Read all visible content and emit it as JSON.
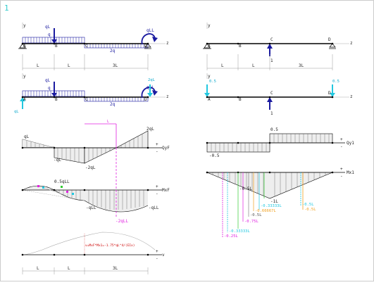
{
  "page_number": "1",
  "colors": {
    "beam": "#000000",
    "load": "#1a1aa0",
    "hatch": "#555555",
    "dim": "#999999",
    "accent_magenta": "#e020e0",
    "accent_cyan": "#22c8e0",
    "accent_green": "#33cc33",
    "accent_orange": "#f0a020",
    "formula_red": "#cc0000"
  },
  "icons": [
    "pin-support-icon",
    "roller-support-icon",
    "point-load-arrow-icon",
    "moment-arrow-icon",
    "reaction-arrow-icon"
  ],
  "left": {
    "beam1": {
      "node_a": "A",
      "node_b": "B",
      "node_c": "C",
      "node_d": "D",
      "axis_y": "y",
      "axis_z": "z",
      "load_ql": "qL",
      "load_q": "q",
      "load_2q": "2q",
      "moment_qll": "qLL"
    },
    "dims": [
      "L",
      "L",
      "3L"
    ],
    "beam2": {
      "node_a": "A",
      "node_b": "B",
      "node_c": "C",
      "node_d": "D",
      "axis_y": "y",
      "axis_z": "z",
      "load_ql": "qL",
      "load_q": "q",
      "load_2q": "2q",
      "moment_qll": "qLL",
      "reaction_2ql": "2qL",
      "reaction_ql": "qL"
    },
    "shear": {
      "axis": "QyF",
      "plus": "+",
      "minus": "-",
      "v_ql_left": "qL",
      "v_minus_ql": "-qL",
      "v_minus_2ql": "-2qL",
      "v_2ql_right": "2qL",
      "marker_l": "L"
    },
    "moment": {
      "axis": "MxF",
      "plus": "+",
      "minus": "-",
      "v_05qll": "0.5qLL",
      "v_minus_qll_mid": "-qLL",
      "v_minus_2qll": "-2qLL",
      "v_minus_qll_right": "-qLL"
    },
    "deflection": {
      "axis": "v",
      "plus": "+",
      "minus": "-",
      "formula": "v=MxF*Mx1=-1.75*qL^4/(EIx)"
    }
  },
  "right": {
    "beam1": {
      "node_a": "A",
      "node_b": "B",
      "node_c": "C",
      "node_d": "D",
      "axis_y": "y",
      "axis_z": "z",
      "load_1": "1"
    },
    "dims": [
      "L",
      "L",
      "3L"
    ],
    "beam2": {
      "node_a": "A",
      "node_b": "B",
      "node_c": "C",
      "node_d": "D",
      "axis_y": "y",
      "axis_z": "z",
      "load_1": "1",
      "reaction_left": "0.5",
      "reaction_right": "0.5"
    },
    "shear": {
      "axis": "Qy1",
      "plus": "+",
      "minus": "-",
      "v_pos": "0.5",
      "v_neg": "-0.5"
    },
    "moment": {
      "axis": "Mx1",
      "plus": "+",
      "minus": "-",
      "v_min": "-1L",
      "v_05l": "-0.5L",
      "labels": [
        "-0.25L",
        "-0.33333L",
        "-0.5L",
        "-0.66667L",
        "-0.75L",
        "-0.33333L",
        "-0.5L",
        "-0.5L"
      ]
    }
  }
}
